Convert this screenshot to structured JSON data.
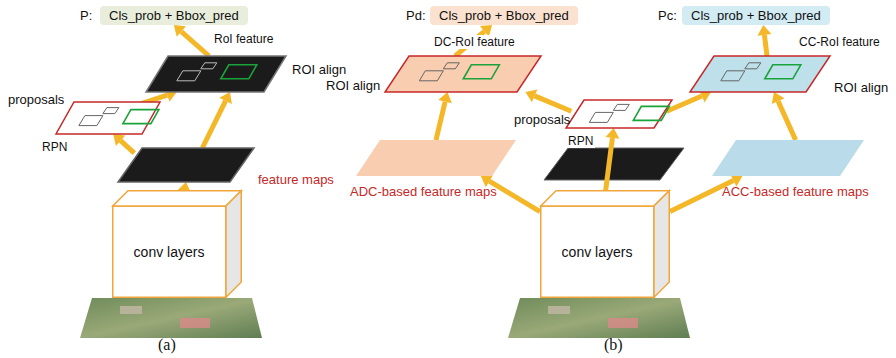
{
  "diagram": {
    "nodes": [
      {
        "text": [
          "P:",
          "Cls_prob + Bbox_pred"
        ]
      },
      {
        "text": [
          "ROI align"
        ]
      },
      {
        "text": [
          "proposals"
        ]
      },
      {
        "text": [
          "feature maps"
        ]
      },
      {
        "text": [
          "conv layers"
        ]
      },
      {
        "text": [
          "Pd:",
          "Cls_prob + Bbox_pred"
        ]
      },
      {
        "text": [
          "Pc:",
          "Cls_prob + Bbox_pred"
        ]
      },
      {
        "text": [
          "ROI align"
        ]
      },
      {
        "text": [
          "ROI align"
        ]
      },
      {
        "text": [
          "proposals"
        ]
      },
      {
        "text": [
          "ADC-based feature maps"
        ]
      },
      {
        "text": [
          "ACC-based feature maps"
        ]
      },
      {
        "text": [
          "conv layers"
        ]
      }
    ],
    "edges": [
      {
        "from": 4,
        "to": 3,
        "arrow": "to"
      },
      {
        "from": 3,
        "to": 2,
        "label": "RPN",
        "arrow": "to"
      },
      {
        "from": 2,
        "to": 1,
        "arrow": "to"
      },
      {
        "from": 3,
        "to": 1,
        "arrow": "to"
      },
      {
        "from": 1,
        "to": 0,
        "label": "RoI feature",
        "arrow": "to"
      },
      {
        "from": 12,
        "to": 10,
        "arrow": "to"
      },
      {
        "from": 12,
        "to": 11,
        "arrow": "to"
      },
      {
        "from": 12,
        "to": 9,
        "label": "RPN",
        "arrow": "to"
      },
      {
        "from": 10,
        "to": 7,
        "arrow": "to"
      },
      {
        "from": 11,
        "to": 8,
        "arrow": "to"
      },
      {
        "from": 9,
        "to": 7,
        "arrow": "to"
      },
      {
        "from": 9,
        "to": 8,
        "arrow": "to"
      },
      {
        "from": 7,
        "to": 5,
        "label": "DC-RoI feature",
        "arrow": "to"
      },
      {
        "from": 8,
        "to": 6,
        "label": "CC-RoI feature",
        "arrow": "to"
      }
    ],
    "labels": [
      "(a)",
      "(b)"
    ]
  }
}
